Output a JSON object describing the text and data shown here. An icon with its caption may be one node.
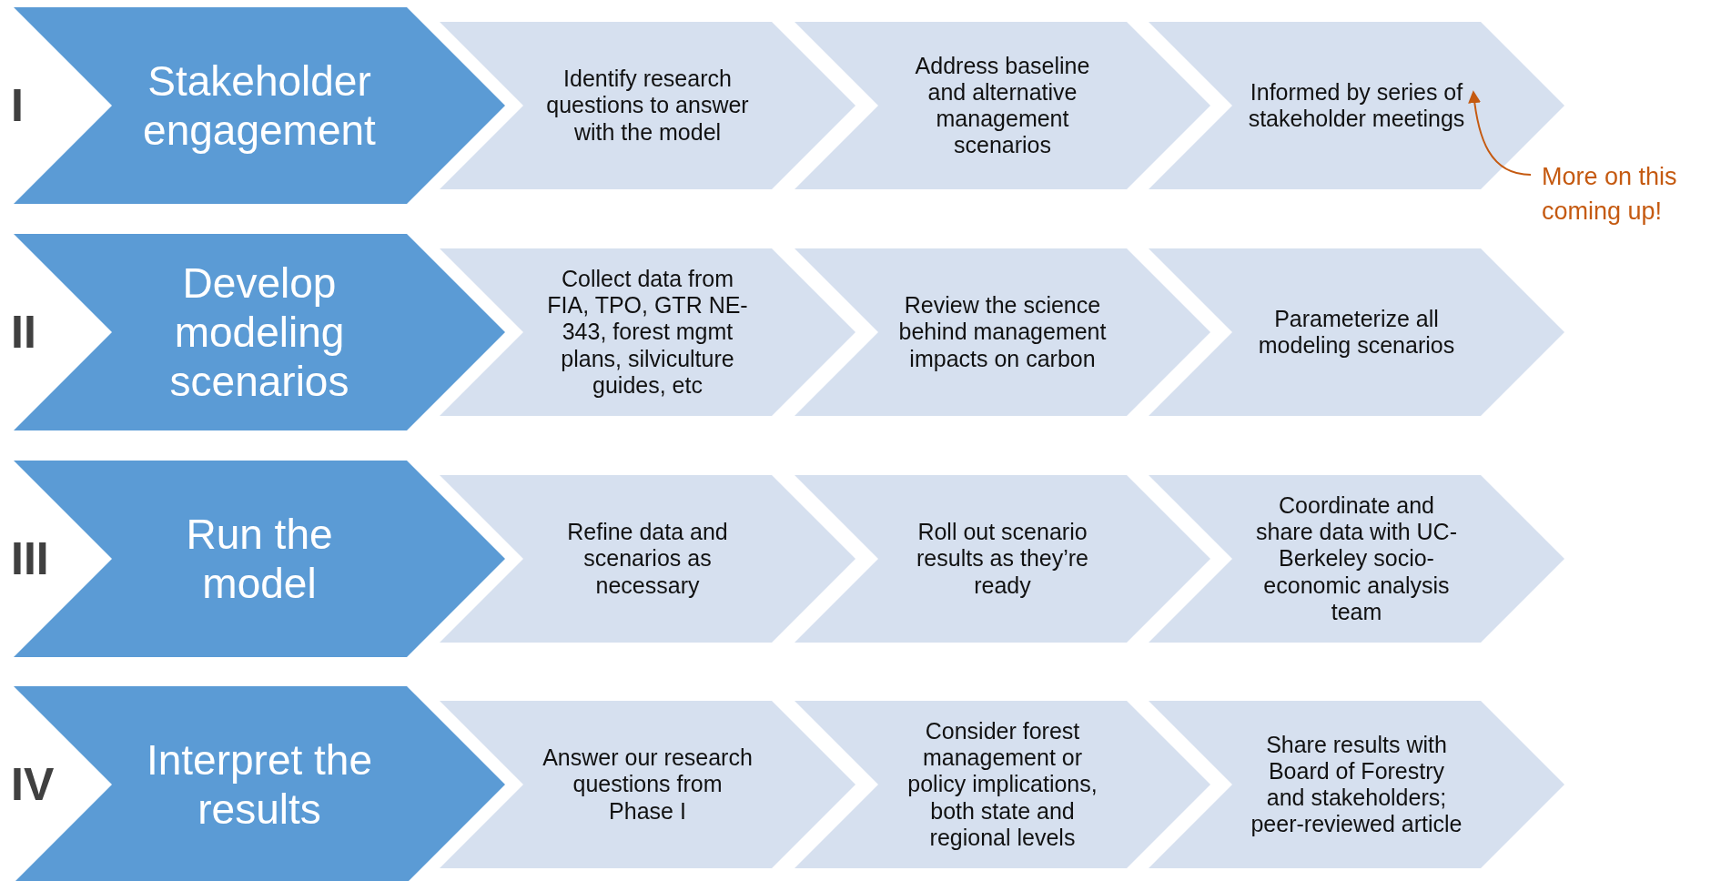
{
  "diagram": {
    "nodes": [
      {
        "text": [
          "Stakeholder engagement"
        ]
      },
      {
        "text": [
          "Identify research questions to answer with the model"
        ]
      },
      {
        "text": [
          "Address baseline and alternative management scenarios"
        ]
      },
      {
        "text": [
          "Informed by series of stakeholder meetings"
        ]
      },
      {
        "text": [
          "More on this coming up!"
        ]
      },
      {
        "text": [
          "Develop modeling scenarios"
        ]
      },
      {
        "text": [
          "Collect data from FIA, TPO, GTR NE-343, forest mgmt plans, silviculture guides, etc"
        ]
      },
      {
        "text": [
          "Review the science behind management impacts on carbon"
        ]
      },
      {
        "text": [
          "Parameterize all modeling scenarios"
        ]
      },
      {
        "text": [
          "Run the model"
        ]
      },
      {
        "text": [
          "Refine data and scenarios as necessary"
        ]
      },
      {
        "text": [
          "Roll out scenario results as they’re ready"
        ]
      },
      {
        "text": [
          "Coordinate and share data with UC-Berkeley socio-economic analysis team"
        ]
      },
      {
        "text": [
          "Interpret the results"
        ]
      },
      {
        "text": [
          "Answer our research questions from Phase I"
        ]
      },
      {
        "text": [
          "Consider forest management or policy implications, both state and regional levels"
        ]
      },
      {
        "text": [
          "Share results with Board of Forestry and stakeholders; peer-reviewed article"
        ]
      }
    ],
    "edges": [
      {
        "from": 4,
        "to": 3,
        "arrow": "to"
      }
    ],
    "labels": [
      "I",
      "II",
      "III",
      "IV"
    ]
  }
}
